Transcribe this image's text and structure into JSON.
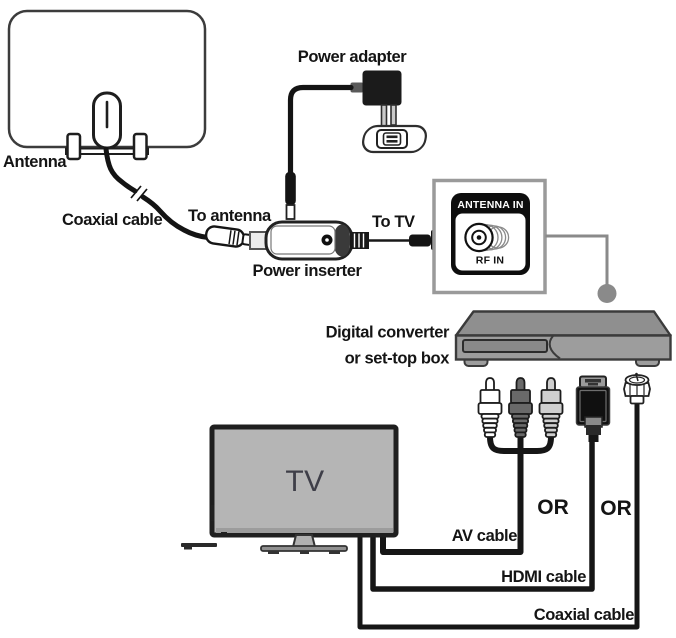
{
  "labels": {
    "antenna": "Antenna",
    "coaxial_cable": "Coaxial cable",
    "power_adapter": "Power adapter",
    "to_antenna": "To antenna",
    "to_tv": "To TV",
    "power_inserter": "Power inserter",
    "antenna_in": "ANTENNA IN",
    "rf_in": "RF IN",
    "converter_line1": "Digital converter",
    "converter_line2": "or set-top box",
    "tv": "TV",
    "or1": "OR",
    "or2": "OR",
    "av_cable": "AV cable",
    "hdmi_cable": "HDMI cable",
    "coaxial_cable_bottom": "Coaxial cable"
  },
  "colors": {
    "outline_black": "#141414",
    "wall_plate_border_gray": "#9a9a9a",
    "pointer_gray": "#8a8a8a",
    "set_top_box_gray": "#8f8f8f",
    "tv_screen_gray": "#b5b5b5",
    "rca_plug_left": "#ffffff",
    "rca_plug_middle": "#696969",
    "rca_plug_right": "#cfcfcf",
    "hdmi_body_black": "#101010"
  }
}
